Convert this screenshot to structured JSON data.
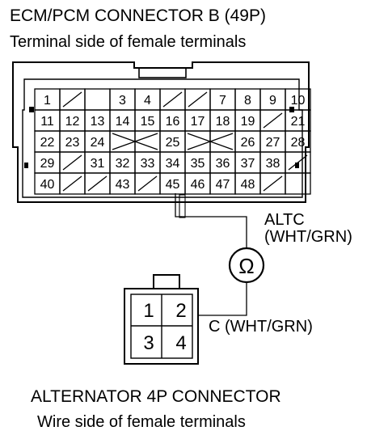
{
  "ecm_connector": {
    "title": "ECM/PCM CONNECTOR B (49P)",
    "subtitle": "Terminal side of female terminals",
    "rows": [
      [
        "1",
        "/",
        "",
        "3",
        "4",
        "/",
        "/",
        "7",
        "8",
        "9",
        "10"
      ],
      [
        "11",
        "12",
        "13",
        "14",
        "15",
        "16",
        "17",
        "18",
        "19",
        "/",
        "21"
      ],
      [
        "22",
        "23",
        "24",
        "X",
        "X",
        "25",
        "X",
        "X",
        "26",
        "27",
        "28"
      ],
      [
        "29",
        "/",
        "31",
        "32",
        "33",
        "34",
        "35",
        "36",
        "37",
        "38",
        "/"
      ],
      [
        "40",
        "/",
        "/",
        "43",
        "/",
        "45",
        "46",
        "47",
        "48",
        "/",
        ""
      ]
    ]
  },
  "wire_labels": {
    "altc_name": "ALTC",
    "altc_color": "(WHT/GRN)",
    "c_label": "C (WHT/GRN)"
  },
  "meter_symbol": "Ω",
  "alternator_connector": {
    "title": "ALTERNATOR 4P CONNECTOR",
    "subtitle": "Wire side of female terminals",
    "terminals": [
      "1",
      "2",
      "3",
      "4"
    ]
  },
  "colors": {
    "line": "#000000",
    "background": "#ffffff"
  }
}
